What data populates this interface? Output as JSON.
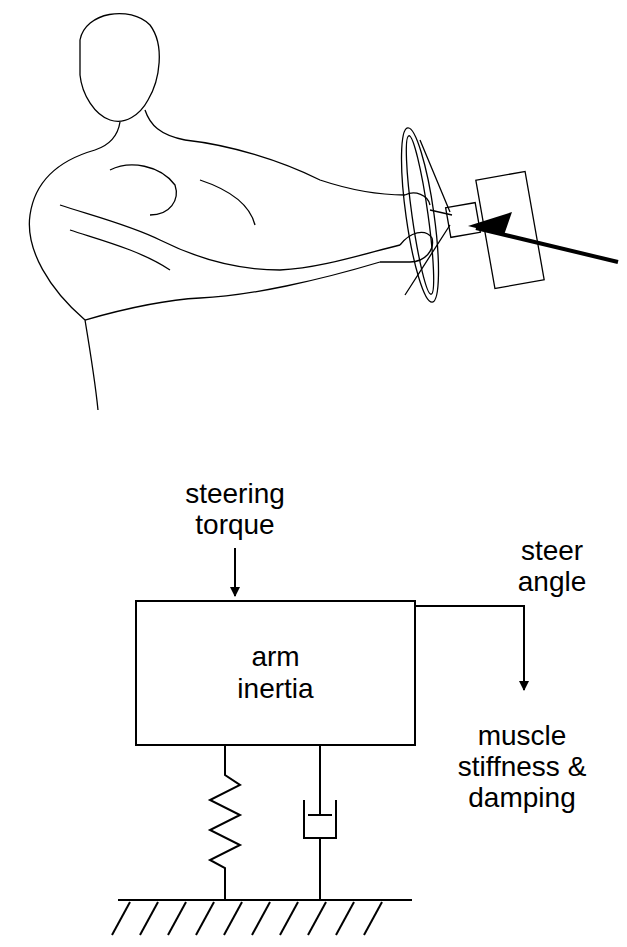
{
  "diagram": {
    "nodes": [
      {
        "text": [
          "arm inertia"
        ]
      }
    ],
    "labels": [
      "steering torque",
      "steer angle",
      "muscle stiffness & damping"
    ]
  }
}
